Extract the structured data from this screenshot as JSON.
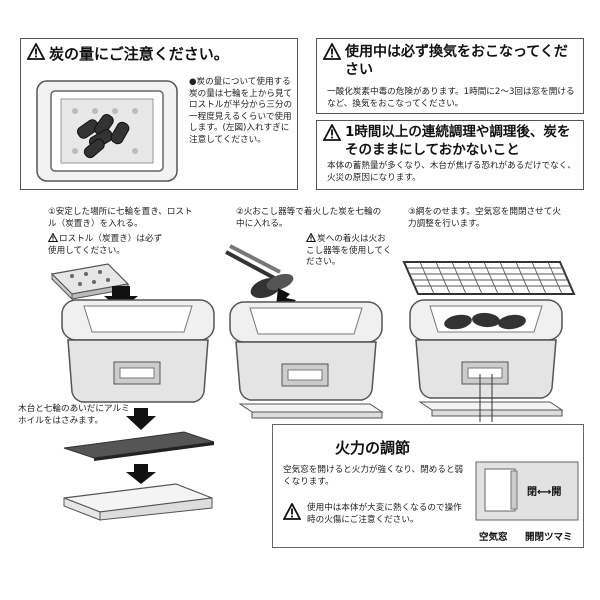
{
  "charcoal_box": {
    "title": "炭の量にご注意ください。",
    "body": "●炭の量について使用する炭の量は七輪を上から見てロストルが半分から三分の一程度見えるくらいで使用します。(左図)入れすぎに注意してください。"
  },
  "ventilation_box": {
    "title": "使用中は必ず換気をおこなってください",
    "body": "一酸化炭素中毒の危険があります。1時間に2～3回は窓を開けるなど、換気をおこなってください。"
  },
  "long_use_box": {
    "title": "1時間以上の連続調理や調理後、炭をそのままにしておかないこと",
    "body": "本体の蓄熱量が多くなり、木台が焦げる恐れがあるだけでなく、火災の原因になります。"
  },
  "steps": {
    "step1": "①安定した場所に七輪を置き、ロストル（炭置き）を入れる。",
    "step1_note": "ロストル（炭置き）は必ず使用してください。",
    "step2": "②火おこし器等で着火した炭を七輪の中に入れる。",
    "step2_note": "炭への着火は火おこし器等を使用してください。",
    "step3": "③網をのせます。空気窓を開閉させて火力調整を行います。",
    "foil_note": "木台と七輪のあいだにアルミホイルをはさみます。"
  },
  "heat_box": {
    "title": "火力の調節",
    "body": "空気窓を開けると火力が強くなり、閉めると弱くなります。",
    "note": "使用中は本体が大変に熱くなるので操作時の火傷にご注意ください。",
    "label_close_open": "閉⟷開",
    "label_air_window": "空気窓",
    "label_knob": "開閉ツマミ"
  }
}
